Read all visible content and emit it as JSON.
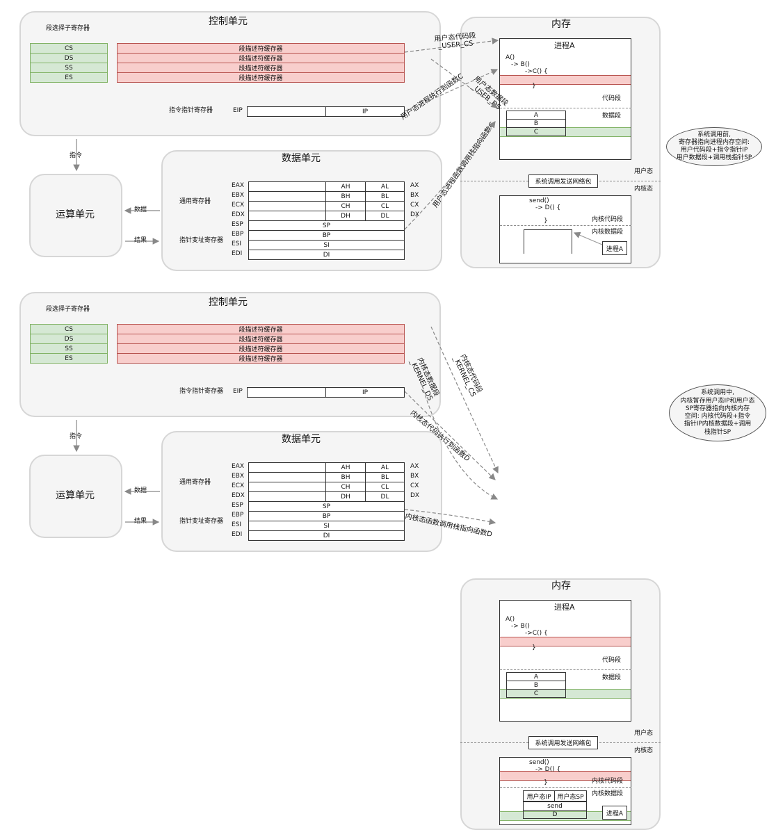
{
  "panels": [
    {
      "control_unit": {
        "title": "控制单元",
        "selector_label": "段选择子寄存器",
        "selectors": [
          "CS",
          "DS",
          "SS",
          "ES"
        ],
        "descriptor": "段描述符缓存器",
        "eip_label": "指令指针寄存器",
        "eip": "EIP",
        "ip": "IP"
      },
      "instr_label": "指令",
      "alu_title": "运算单元",
      "data_label": "数据",
      "result_label": "结果",
      "data_unit": {
        "title": "数据单元",
        "general_label": "通用寄存器",
        "pointer_label": "指针变址寄存器",
        "general": [
          {
            "name": "EAX",
            "hi": "AH",
            "lo": "AL",
            "x": "AX"
          },
          {
            "name": "EBX",
            "hi": "BH",
            "lo": "BL",
            "x": "BX"
          },
          {
            "name": "ECX",
            "hi": "CH",
            "lo": "CL",
            "x": "CX"
          },
          {
            "name": "EDX",
            "hi": "DH",
            "lo": "DL",
            "x": "DX"
          }
        ],
        "pointer": [
          {
            "name": "ESP",
            "v": "SP"
          },
          {
            "name": "EBP",
            "v": "BP"
          },
          {
            "name": "ESI",
            "v": "SI"
          },
          {
            "name": "EDI",
            "v": "DI"
          }
        ]
      },
      "memory": {
        "title": "内存",
        "process": "进程A",
        "code": [
          "A()",
          "-> B()",
          "->C() {",
          "}"
        ],
        "code_seg": "代码段",
        "data_seg": "数据段",
        "stack": [
          "A",
          "B",
          "C"
        ],
        "syscall": "系统调用发送网络包",
        "user_mode": "用户态",
        "kernel_mode": "内核态",
        "kernel_code": [
          "send()",
          "-> D() {",
          "}"
        ],
        "kernel_code_seg": "内核代码段",
        "kernel_data_seg": "内核数据段",
        "kernel_stack_top": [],
        "kernel_stack": [],
        "kernel_process": "进程A"
      },
      "arrows": [
        "用户态代码段\n_USER_CS",
        "用户态进程执行到函数C",
        "用户态数据段\n_USER_DS",
        "用户态进程函数调用栈指向函数C"
      ],
      "cloud": "系统调用前,\n寄存器指向进程内存空间:\n用户代码段+指令指针IP\n用户数据段+调用栈指针SP"
    },
    {
      "control_unit": {
        "title": "控制单元",
        "selector_label": "段选择子寄存器",
        "selectors": [
          "CS",
          "DS",
          "SS",
          "ES"
        ],
        "descriptor": "段描述符缓存器",
        "eip_label": "指令指针寄存器",
        "eip": "EIP",
        "ip": "IP"
      },
      "instr_label": "指令",
      "alu_title": "运算单元",
      "data_label": "数据",
      "result_label": "结果",
      "data_unit": {
        "title": "数据单元",
        "general_label": "通用寄存器",
        "pointer_label": "指针变址寄存器",
        "general": [
          {
            "name": "EAX",
            "hi": "AH",
            "lo": "AL",
            "x": "AX"
          },
          {
            "name": "EBX",
            "hi": "BH",
            "lo": "BL",
            "x": "BX"
          },
          {
            "name": "ECX",
            "hi": "CH",
            "lo": "CL",
            "x": "CX"
          },
          {
            "name": "EDX",
            "hi": "DH",
            "lo": "DL",
            "x": "DX"
          }
        ],
        "pointer": [
          {
            "name": "ESP",
            "v": "SP"
          },
          {
            "name": "EBP",
            "v": "BP"
          },
          {
            "name": "ESI",
            "v": "SI"
          },
          {
            "name": "EDI",
            "v": "DI"
          }
        ]
      },
      "memory": {
        "title": "内存",
        "process": "进程A",
        "code": [
          "A()",
          "-> B()",
          "->C() {",
          "}"
        ],
        "code_seg": "代码段",
        "data_seg": "数据段",
        "stack": [
          "A",
          "B",
          "C"
        ],
        "syscall": "系统调用发送网络包",
        "user_mode": "用户态",
        "kernel_mode": "内核态",
        "kernel_code": [
          "send()",
          "-> D() {",
          "}"
        ],
        "kernel_code_seg": "内核代码段",
        "kernel_data_seg": "内核数据段",
        "kernel_stack_top": [
          "用户态IP",
          "用户态SP"
        ],
        "kernel_stack": [
          "send",
          "D"
        ],
        "kernel_process": "进程A"
      },
      "arrows": [
        "内核态代码段\n_KERNEL_CS",
        "内核态数据段\n_KERNEL_DS",
        "内核态代码执行到函数D",
        "内核态函数调用栈指向函数D"
      ],
      "cloud": "系统调用中,\n内核暂存用户态IP和用户态\nSP寄存器指向内核内存\n空间: 内核代码段+指令\n指针IP内核数据段+调用\n栈指针SP"
    }
  ],
  "colors": {
    "green": "#d5e8d4",
    "red": "#f8cecc",
    "panel": "#f5f5f5",
    "arrow": "#888888"
  }
}
